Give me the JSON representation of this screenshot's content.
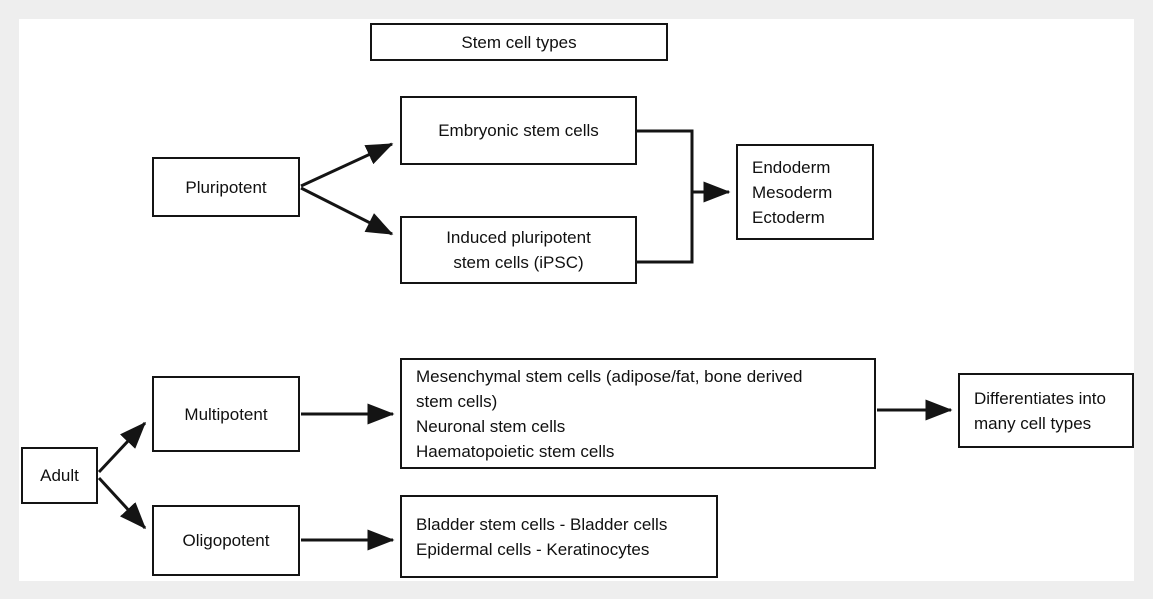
{
  "diagram": {
    "title_box": {
      "label": "Stem cell types"
    },
    "palette": {
      "page_background": "#eeeeee",
      "sheet_background": "#ffffff",
      "node_border": "#141414",
      "node_fill": "#ffffff",
      "text": "#101010",
      "edge": "#141414"
    },
    "nodes": {
      "pluripotent": "Pluripotent",
      "embryonic_stem_cells": "Embryonic stem cells",
      "induced_pluripotent": "Induced pluripotent\nstem cells (iPSC)",
      "germ_layers": "Endoderm\nMesoderm\nEctoderm",
      "adult": "Adult",
      "multipotent": "Multipotent",
      "oligopotent": "Oligopotent",
      "multipotent_cells": "Mesenchymal stem cells (adipose/fat, bone derived\nstem cells)\nNeuronal stem cells\nHaematopoietic stem cells",
      "oligopotent_cells": "Bladder stem cells - Bladder cells\nEpidermal cells - Keratinocytes",
      "differentiates": "Differentiates into\nmany cell types"
    },
    "edges": [
      {
        "name": "pluripotent-to-embryonic",
        "from": "pluripotent",
        "to": "embryonic_stem_cells",
        "style": "arrow"
      },
      {
        "name": "pluripotent-to-ipsc",
        "from": "pluripotent",
        "to": "induced_pluripotent",
        "style": "arrow"
      },
      {
        "name": "embryonic-and-ipsc-to-germ-layers",
        "from": "embryonic_stem_cells,induced_pluripotent",
        "to": "germ_layers",
        "style": "bracket-arrow"
      },
      {
        "name": "adult-to-multipotent",
        "from": "adult",
        "to": "multipotent",
        "style": "arrow"
      },
      {
        "name": "adult-to-oligopotent",
        "from": "adult",
        "to": "oligopotent",
        "style": "arrow"
      },
      {
        "name": "multipotent-to-cells",
        "from": "multipotent",
        "to": "multipotent_cells",
        "style": "arrow"
      },
      {
        "name": "oligopotent-to-cells",
        "from": "oligopotent",
        "to": "oligopotent_cells",
        "style": "arrow"
      },
      {
        "name": "multipotent-cells-to-differentiates",
        "from": "multipotent_cells",
        "to": "differentiates",
        "style": "arrow"
      }
    ]
  }
}
